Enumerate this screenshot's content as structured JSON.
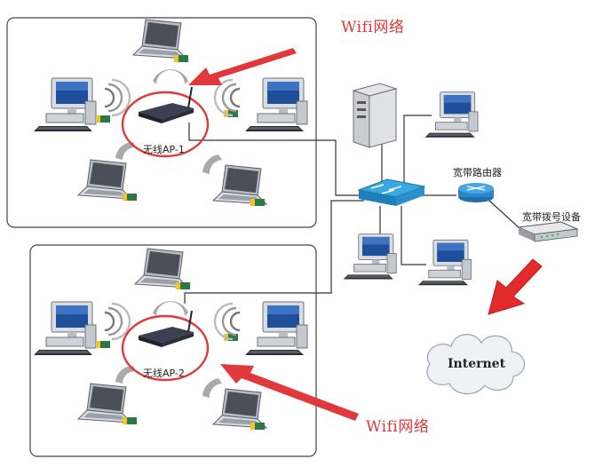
{
  "labels": {
    "wifi_top": "Wifi网络",
    "wifi_bottom": "Wifi网络",
    "ap1": "无线AP-1",
    "ap2": "无线AP-2",
    "router": "宽带路由器",
    "dialup": "宽带拨号设备",
    "internet": "Internet"
  },
  "colors": {
    "accent_red": "#e0383b",
    "switch_blue": "#2f9bd6",
    "router_blue": "#2a86c8",
    "line": "#333333"
  },
  "icons": [
    "desktop-pc-icon",
    "laptop-icon",
    "wireless-ap-icon",
    "server-icon",
    "switch-icon",
    "router-icon",
    "modem-icon",
    "cloud-icon",
    "wifi-signal-icon",
    "red-arrow-icon"
  ]
}
